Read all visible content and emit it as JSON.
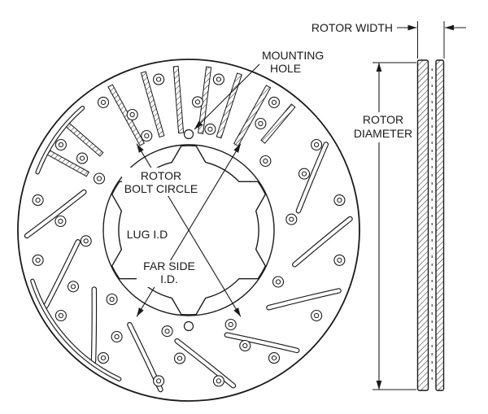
{
  "diagram": {
    "labels": {
      "rotor_width": "ROTOR WIDTH",
      "mounting_hole": [
        "MOUNTING",
        "HOLE"
      ],
      "rotor_diameter": [
        "ROTOR",
        "DIAMETER"
      ],
      "rotor_bolt_circle": [
        "ROTOR",
        "BOLT CIRCLE"
      ],
      "lug_id": "LUG I.D",
      "far_side_id": [
        "FAR SIDE",
        "I.D."
      ]
    },
    "colors": {
      "line": "#1a1a1a",
      "background": "#ffffff"
    }
  }
}
